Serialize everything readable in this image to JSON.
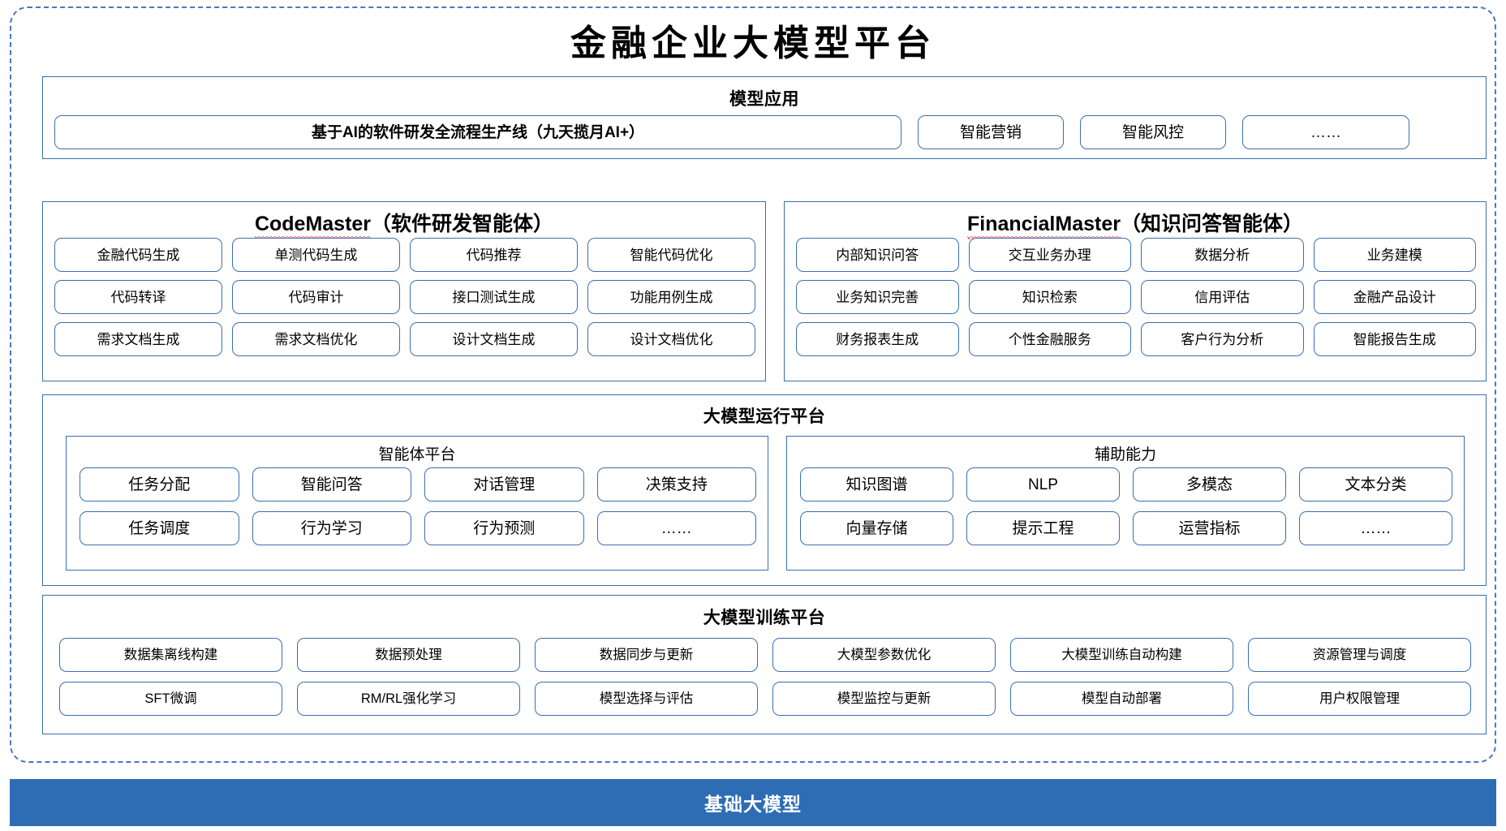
{
  "title": "金融企业大模型平台",
  "colors": {
    "frame_border": "#4a77c4",
    "panel_border": "#3a6fb0",
    "base_bar_bg": "#2E6DB4",
    "spellcheck_underline": "#e03030"
  },
  "sections": {
    "applications": {
      "title": "模型应用",
      "items": [
        "基于AI的软件研发全流程生产线（九天揽月AI+）",
        "智能营销",
        "智能风控",
        "……"
      ]
    },
    "codemaster": {
      "name": "CodeMaster",
      "suffix": "（软件研发智能体）",
      "items": [
        "金融代码生成",
        "单测代码生成",
        "代码推荐",
        "智能代码优化",
        "代码转译",
        "代码审计",
        "接口测试生成",
        "功能用例生成",
        "需求文档生成",
        "需求文档优化",
        "设计文档生成",
        "设计文档优化"
      ]
    },
    "financialmaster": {
      "name": "FinancialMaster",
      "suffix": "（知识问答智能体）",
      "items": [
        "内部知识问答",
        "交互业务办理",
        "数据分析",
        "业务建模",
        "业务知识完善",
        "知识检索",
        "信用评估",
        "金融产品设计",
        "财务报表生成",
        "个性金融服务",
        "客户行为分析",
        "智能报告生成"
      ]
    },
    "runtime": {
      "title": "大模型运行平台",
      "agent_platform": {
        "title": "智能体平台",
        "items": [
          "任务分配",
          "智能问答",
          "对话管理",
          "决策支持",
          "任务调度",
          "行为学习",
          "行为预测",
          "……"
        ]
      },
      "auxiliary": {
        "title": "辅助能力",
        "items": [
          "知识图谱",
          "NLP",
          "多模态",
          "文本分类",
          "向量存储",
          "提示工程",
          "运营指标",
          "……"
        ]
      }
    },
    "training": {
      "title": "大模型训练平台",
      "items": [
        "数据集离线构建",
        "数据预处理",
        "数据同步与更新",
        "大模型参数优化",
        "大模型训练自动构建",
        "资源管理与调度",
        "SFT微调",
        "RM/RL强化学习",
        "模型选择与评估",
        "模型监控与更新",
        "模型自动部署",
        "用户权限管理"
      ]
    },
    "foundation": {
      "title": "基础大模型"
    }
  }
}
